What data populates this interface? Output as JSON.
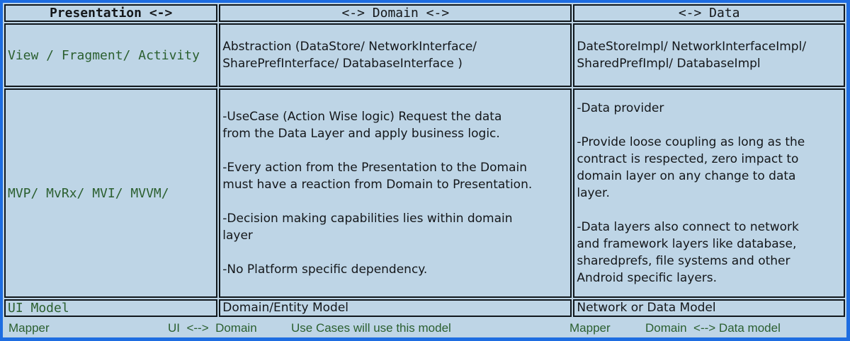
{
  "colors": {
    "outer_border": "#1e6de1",
    "background": "#bed5e6",
    "grid_line": "#10171c",
    "green_text": "#2b5f2f",
    "dark_text": "#14171a"
  },
  "header": {
    "presentation": "Presentation <->",
    "domain": "<-> Domain <->",
    "data": "<-> Data"
  },
  "rows": {
    "components": {
      "presentation": "View / Fragment/ Activity",
      "domain": "Abstraction (DataStore/ NetworkInterface/\nSharePrefInterface/ DatabaseInterface )",
      "data": "DateStoreImpl/ NetworkInterfaceImpl/\nSharedPrefImpl/ DatabaseImpl"
    },
    "responsibilities": {
      "presentation": "MVP/ MvRx/ MVI/ MVVM/",
      "domain": "-UseCase (Action Wise logic) Request the data\nfrom the Data Layer and apply business logic.\n\n-Every action from the Presentation to the Domain\nmust have a reaction from Domain to Presentation.\n\n-Decision making capabilities lies within domain\nlayer\n\n-No Platform specific dependency.",
      "data": "-Data provider\n\n-Provide loose coupling as long as the\ncontract is respected, zero impact to\ndomain layer on any change to data\nlayer.\n\n-Data layers also connect to network\nand framework layers like database,\nsharedprefs, file systems and other\nAndroid specific layers."
    },
    "models": {
      "presentation": "UI Model",
      "domain": "Domain/Entity Model",
      "data": "Network or Data Model"
    }
  },
  "footer": {
    "mapper_left": "Mapper",
    "ui_domain": "UI  <-->  Domain",
    "use_cases": "Use Cases will use this model",
    "mapper_right": "Mapper",
    "domain_data": "Domain  <--> Data model"
  }
}
